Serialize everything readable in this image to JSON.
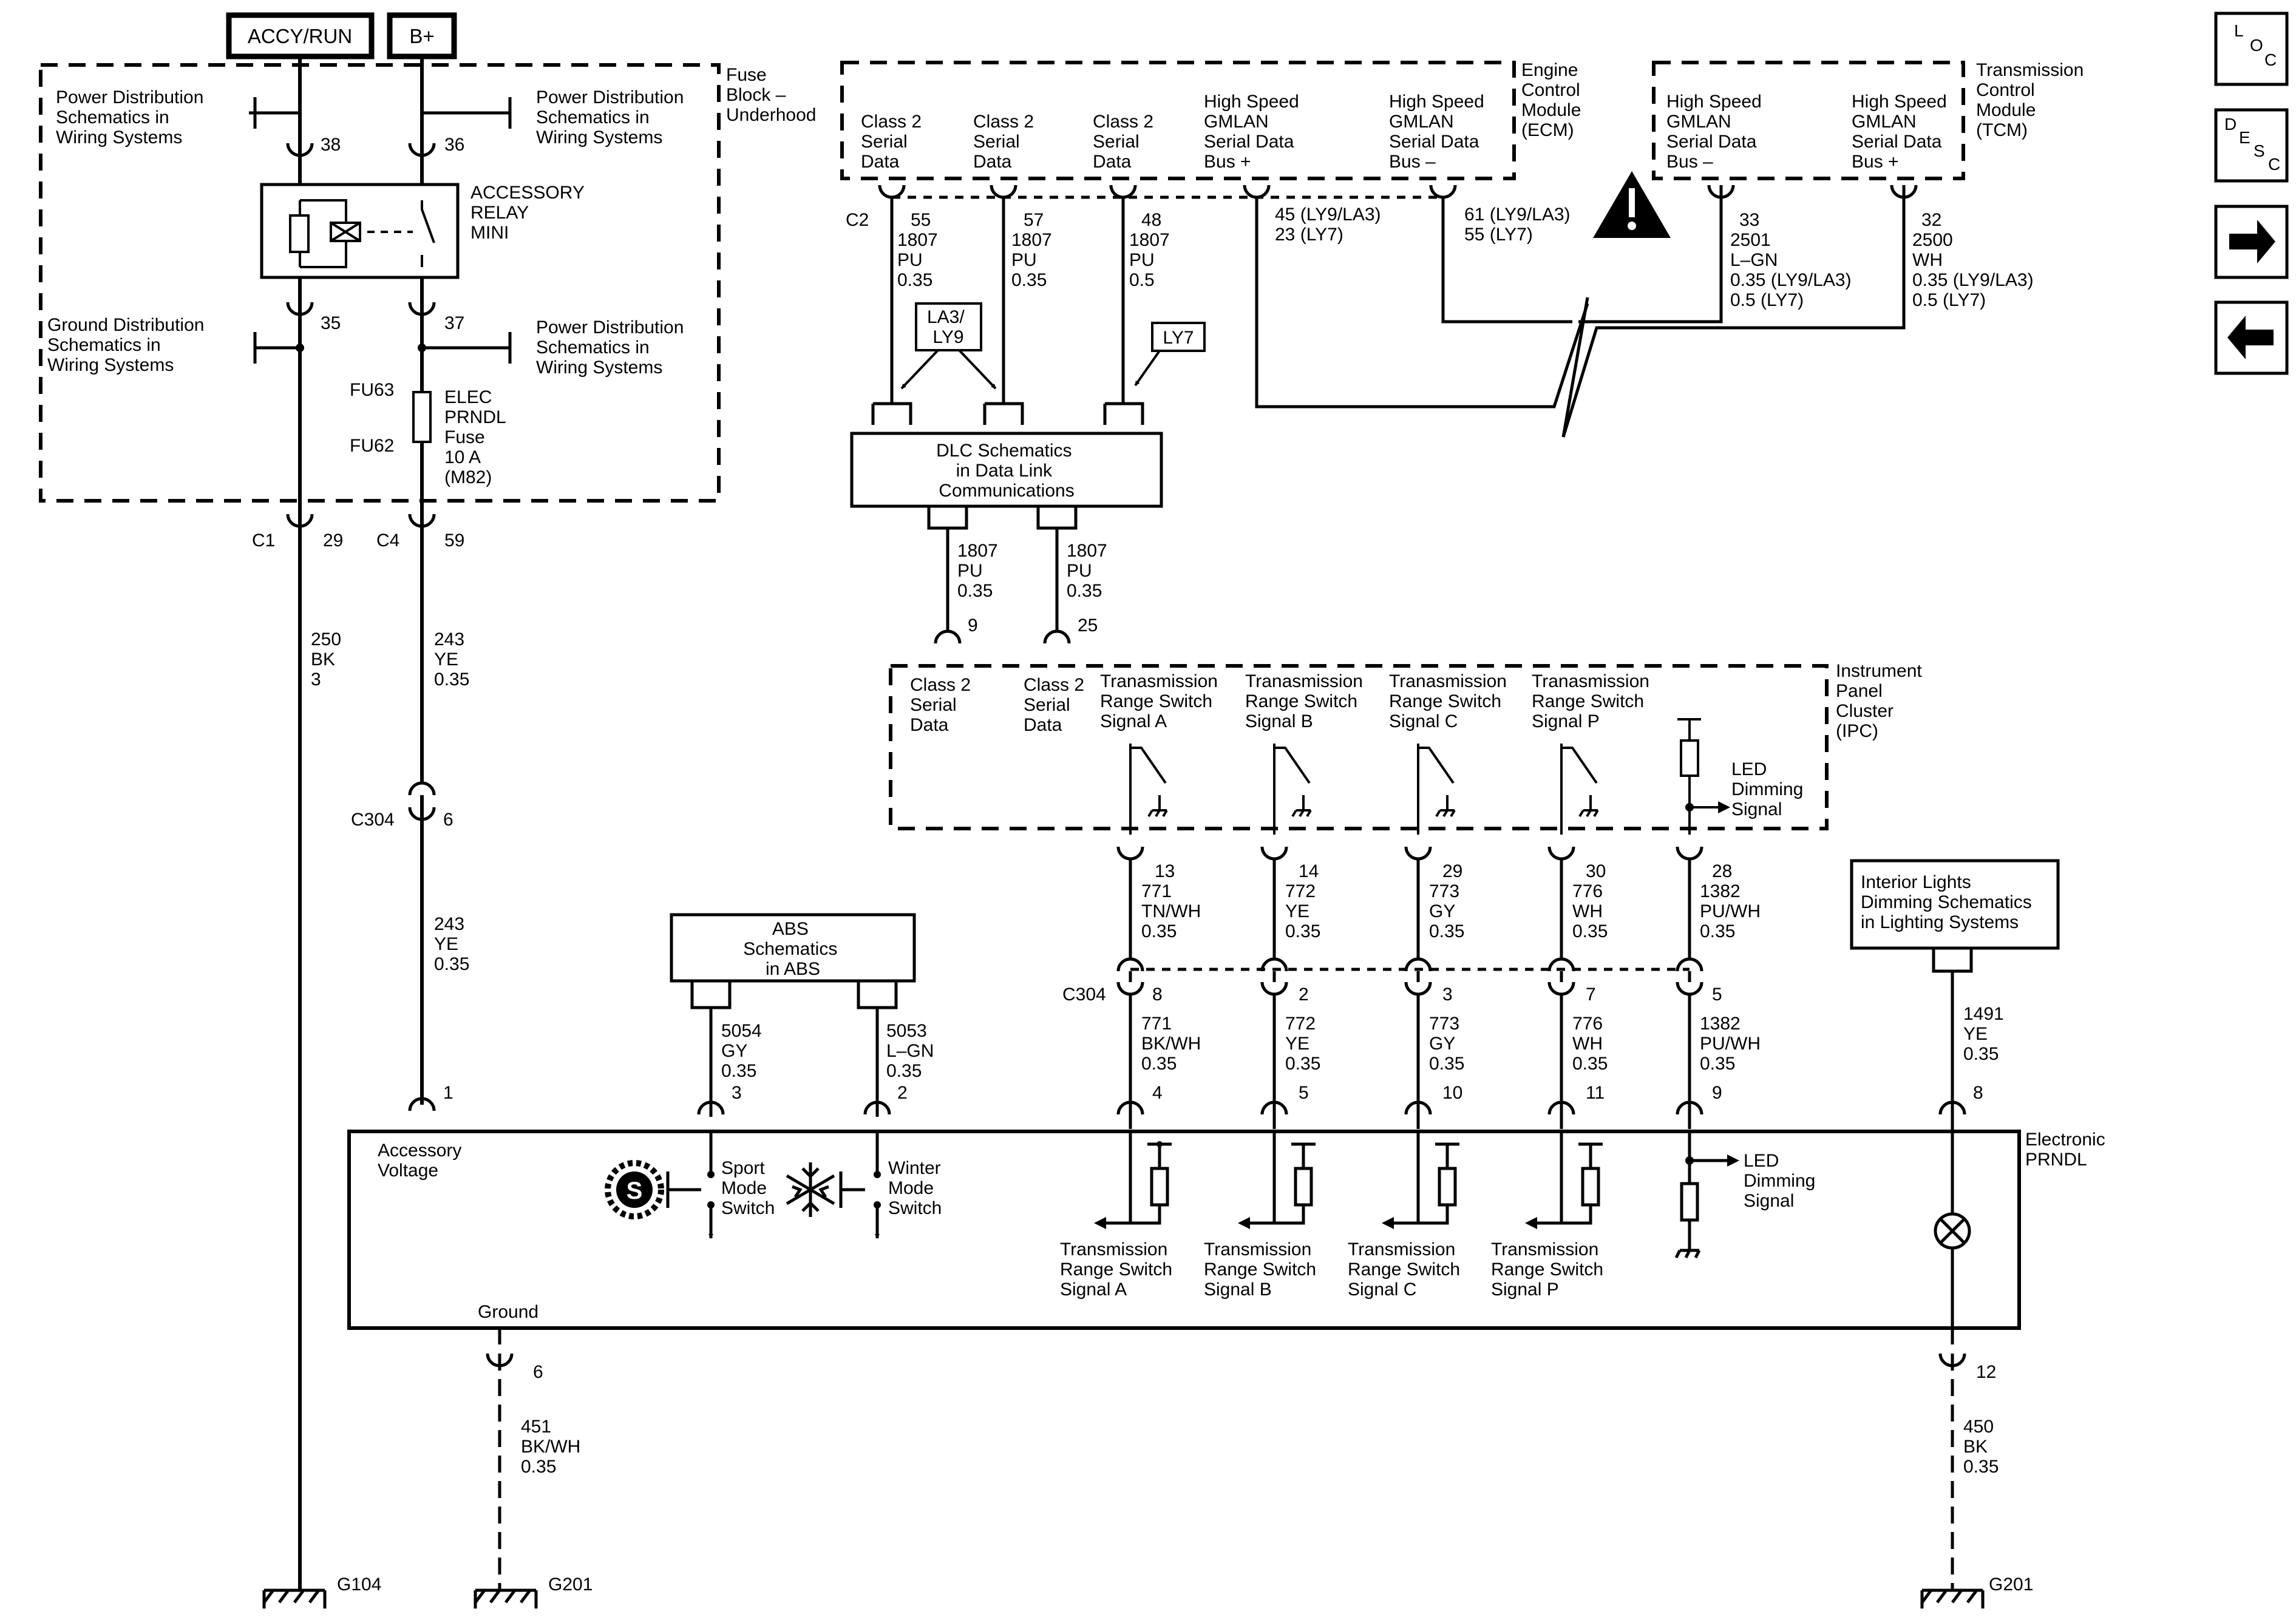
{
  "power": {
    "accy_run": "ACCY/RUN",
    "bplus": "B+"
  },
  "fuse_block": {
    "title": [
      "Fuse",
      "Block –",
      "Underhood"
    ],
    "pd_left": [
      "Power Distribution",
      "Schematics in",
      "Wiring Systems"
    ],
    "pd_right": [
      "Power Distribution",
      "Schematics in",
      "Wiring Systems"
    ],
    "pin38": "38",
    "pin36": "36",
    "pin35": "35",
    "pin37": "37",
    "relay": [
      "ACCESSORY",
      "RELAY",
      "MINI"
    ],
    "ground_dist": [
      "Ground Distribution",
      "Schematics in",
      "Wiring Systems"
    ],
    "pd_right2": [
      "Power Distribution",
      "Schematics in",
      "Wiring Systems"
    ],
    "fu63": "FU63",
    "fu62": "FU62",
    "fuse": [
      "ELEC",
      "PRNDL",
      "Fuse",
      "10 A",
      "(M82)"
    ]
  },
  "left_wires": {
    "c1": "C1",
    "c1_pin": "29",
    "c4": "C4",
    "c4_pin": "59",
    "w250": [
      "250",
      "BK",
      "3"
    ],
    "w243a": [
      "243",
      "YE",
      "0.35"
    ],
    "c304": "C304",
    "c304_pin": "6",
    "w243b": [
      "243",
      "YE",
      "0.35"
    ],
    "pin1": "1"
  },
  "ecm": {
    "title": [
      "Engine",
      "Control",
      "Module",
      "(ECM)"
    ],
    "cols": [
      [
        "Class 2",
        "Serial",
        "Data"
      ],
      [
        "Class 2",
        "Serial",
        "Data"
      ],
      [
        "Class 2",
        "Serial",
        "Data"
      ],
      [
        "High Speed",
        "GMLAN",
        "Serial Data",
        "Bus +"
      ],
      [
        "High Speed",
        "GMLAN",
        "Serial Data",
        "Bus –"
      ]
    ],
    "c2": "C2",
    "w55": [
      "55",
      "1807",
      "PU",
      "0.35"
    ],
    "w57": [
      "57",
      "1807",
      "PU",
      "0.35"
    ],
    "w48": [
      "48",
      "1807",
      "PU",
      "0.5"
    ],
    "p45": [
      "45 (LY9/LA3)",
      "23 (LY7)"
    ],
    "p61": [
      "61 (LY9/LA3)",
      "55 (LY7)"
    ],
    "la3": [
      "LA3/",
      "LY9"
    ],
    "ly7": "LY7"
  },
  "tcm": {
    "title": [
      "Transmission",
      "Control",
      "Module",
      "(TCM)"
    ],
    "cols": [
      [
        "High Speed",
        "GMLAN",
        "Serial Data",
        "Bus –"
      ],
      [
        "High Speed",
        "GMLAN",
        "Serial Data",
        "Bus +"
      ]
    ],
    "w33": [
      "33",
      "2501",
      "L–GN",
      "0.35 (LY9/LA3)",
      "0.5 (LY7)"
    ],
    "w32": [
      "32",
      "2500",
      "WH",
      "0.35 (LY9/LA3)",
      "0.5 (LY7)"
    ]
  },
  "dlc": {
    "box": [
      "DLC Schematics",
      "in Data Link",
      "Communications"
    ],
    "w1": [
      "1807",
      "PU",
      "0.35"
    ],
    "w2": [
      "1807",
      "PU",
      "0.35"
    ],
    "p9": "9",
    "p25": "25"
  },
  "ipc": {
    "title": [
      "Instrument",
      "Panel",
      "Cluster",
      "(IPC)"
    ],
    "cols": [
      [
        "Class 2",
        "Serial",
        "Data"
      ],
      [
        "Class 2",
        "Serial",
        "Data"
      ],
      [
        "Tranasmission",
        "Range Switch",
        "Signal A"
      ],
      [
        "Tranasmission",
        "Range Switch",
        "Signal B"
      ],
      [
        "Tranasmission",
        "Range Switch",
        "Signal C"
      ],
      [
        "Tranasmission",
        "Range Switch",
        "Signal P"
      ]
    ],
    "led": [
      "LED",
      "Dimming",
      "Signal"
    ]
  },
  "mid_wires": [
    [
      "13",
      "771",
      "TN/WH",
      "0.35"
    ],
    [
      "14",
      "772",
      "YE",
      "0.35"
    ],
    [
      "29",
      "773",
      "GY",
      "0.35"
    ],
    [
      "30",
      "776",
      "WH",
      "0.35"
    ],
    [
      "28",
      "1382",
      "PU/WH",
      "0.35"
    ]
  ],
  "c304_label": "C304",
  "low_wires": [
    [
      "8",
      "771",
      "BK/WH",
      "0.35",
      "4"
    ],
    [
      "2",
      "772",
      "YE",
      "0.35",
      "5"
    ],
    [
      "3",
      "773",
      "GY",
      "0.35",
      "10"
    ],
    [
      "7",
      "776",
      "WH",
      "0.35",
      "11"
    ],
    [
      "5",
      "1382",
      "PU/WH",
      "0.35",
      "9"
    ]
  ],
  "abs": {
    "box": [
      "ABS",
      "Schematics",
      "in ABS"
    ],
    "w5054": [
      "5054",
      "GY",
      "0.35",
      "3"
    ],
    "w5053": [
      "5053",
      "L–GN",
      "0.35",
      "2"
    ]
  },
  "interior": {
    "box": [
      "Interior Lights",
      "Dimming Schematics",
      "in Lighting Systems"
    ],
    "w1491": [
      "1491",
      "YE",
      "0.35",
      "8"
    ]
  },
  "prndl": {
    "title": [
      "Electronic",
      "PRNDL"
    ],
    "acc": [
      "Accessory",
      "Voltage"
    ],
    "sport": [
      "Sport",
      "Mode",
      "Switch"
    ],
    "winter": [
      "Winter",
      "Mode",
      "Switch"
    ],
    "sigs": [
      [
        "Transmission",
        "Range Switch",
        "Signal A"
      ],
      [
        "Transmission",
        "Range Switch",
        "Signal B"
      ],
      [
        "Transmission",
        "Range Switch",
        "Signal C"
      ],
      [
        "Transmission",
        "Range Switch",
        "Signal P"
      ]
    ],
    "led": [
      "LED",
      "Dimming",
      "Signal"
    ],
    "ground": "Ground"
  },
  "grounds": {
    "g104": "G104",
    "g201a": "G201",
    "g201b": "G201",
    "w451": [
      "6",
      "451",
      "BK/WH",
      "0.35"
    ],
    "w450": [
      "12",
      "450",
      "BK",
      "0.35"
    ]
  },
  "nav": {
    "loc": [
      "L",
      "O",
      "C"
    ],
    "desc": [
      "D",
      "E",
      "S",
      "C"
    ]
  }
}
